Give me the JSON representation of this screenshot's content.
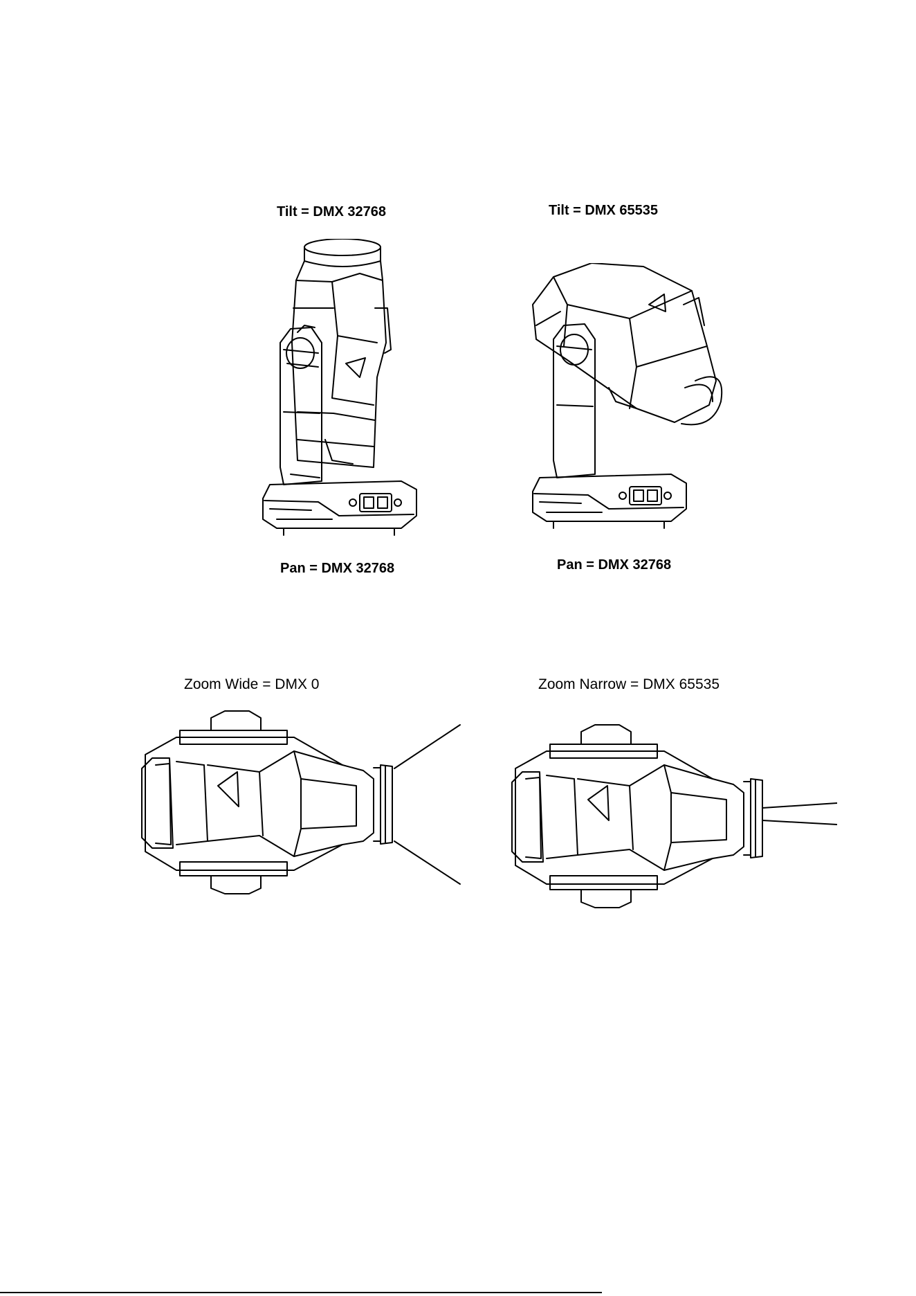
{
  "captions": {
    "tilt_center": "Tilt = DMX 32768",
    "tilt_max": "Tilt = DMX 65535",
    "pan_left": "Pan = DMX 32768",
    "pan_right": "Pan = DMX 32768",
    "zoom_wide": "Zoom Wide = DMX 0",
    "zoom_narrow": "Zoom Narrow = DMX 65535"
  },
  "figures": [
    {
      "name": "moving-head-upright",
      "tilt_dmx": 32768,
      "pan_dmx": 32768
    },
    {
      "name": "moving-head-tilted",
      "tilt_dmx": 65535,
      "pan_dmx": 32768
    },
    {
      "name": "top-view-zoom-wide",
      "zoom_dmx": 0
    },
    {
      "name": "top-view-zoom-narrow",
      "zoom_dmx": 65535
    }
  ]
}
